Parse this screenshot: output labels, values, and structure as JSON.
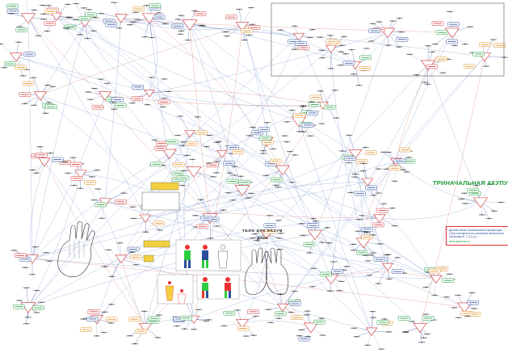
{
  "title": "ТРИНАЧАЛЬНАЯ АКУПУНКТУРА",
  "info": {
    "text": "Данная схема Тринначальной акупунктуры (ТрА) составлена на основании материалов Кузнецова В. Т. (С) (с) ...",
    "url": "www.sujok-tree.ru"
  },
  "center": {
    "label": "ТЕЛО  ДУХ  РАЗУМ",
    "sub": "ДУША"
  },
  "colors": {
    "network": "#2a4e9c",
    "triangle": "#d33434",
    "green_box": "#1e9a3c",
    "orange_box": "#e08a1e",
    "link_red": "#c0392b",
    "link_blue": "#3b63b8"
  }
}
